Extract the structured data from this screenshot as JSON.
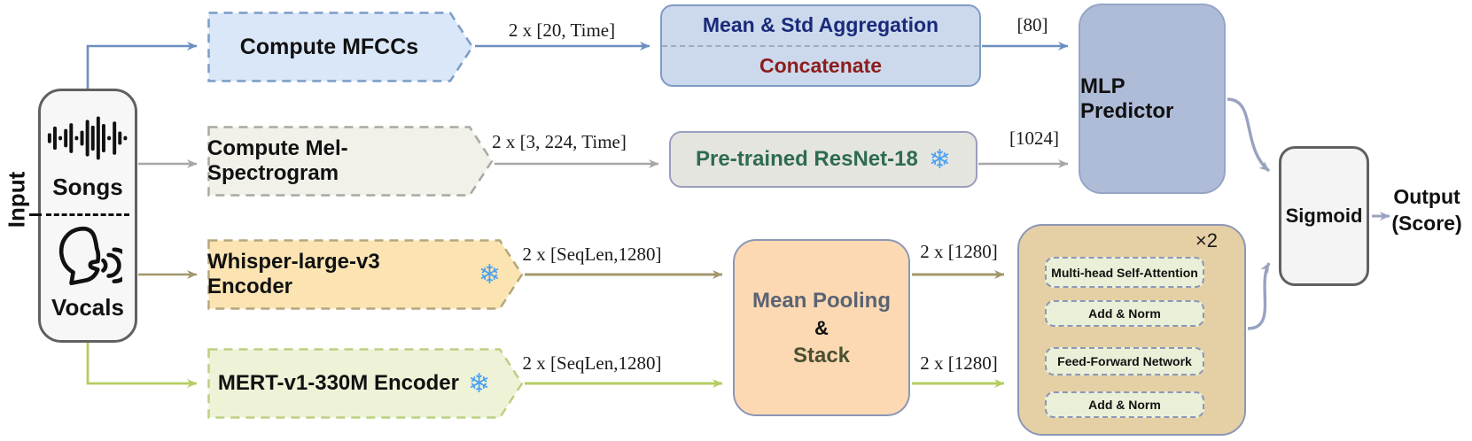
{
  "input_panel": {
    "side_label": "Input",
    "songs_label": "Songs",
    "vocals_label": "Vocals"
  },
  "branches": {
    "mfcc": {
      "process_label": "Compute MFCCs",
      "dim_label": "2 x [20, Time]",
      "agg_top": "Mean & Std Aggregation",
      "agg_bottom": "Concatenate",
      "out_dim": "[80]"
    },
    "mel": {
      "process_label": "Compute Mel-Spectrogram",
      "dim_label": "2 x [3, 224, Time]",
      "model_label": "Pre-trained ResNet-18",
      "frozen_icon": "❄",
      "out_dim": "[1024]"
    },
    "whisper": {
      "process_label": "Whisper-large-v3 Encoder",
      "frozen_icon": "❄",
      "dim_label": "2 x [SeqLen,1280]",
      "out_dim": "2 x [1280]"
    },
    "mert": {
      "process_label": "MERT-v1-330M Encoder",
      "frozen_icon": "❄",
      "dim_label": "2 x [SeqLen,1280]",
      "out_dim": "2 x [1280]"
    }
  },
  "pooling": {
    "line1": "Mean Pooling",
    "line2": "&",
    "line3": "Stack"
  },
  "mlp": {
    "label": "MLP Predictor"
  },
  "transformer": {
    "repeat_label": "×2",
    "blocks": [
      "Multi-head Self-Attention",
      "Add & Norm",
      "Feed-Forward Network",
      "Add & Norm"
    ]
  },
  "output": {
    "sigmoid_label": "Sigmoid",
    "line1": "Output",
    "line2": "(Score)"
  },
  "colors": {
    "branch_blue": "#6b8fc0",
    "branch_gray": "#a6a6a6",
    "branch_tan": "#a3976c",
    "branch_green": "#b5cd62",
    "curve_lavender": "#99a3c0",
    "mfcc_fill": "#d9e7f8",
    "agg_fill": "#ccd9ec",
    "mlp_fill": "#aebcd8",
    "mel_fill": "#f1f0e9",
    "resnet_fill": "#e5e5df",
    "whisper_fill": "#fce4b2",
    "pool_fill": "#fcd9b3",
    "mert_fill": "#eef3d8",
    "transformer_fill": "#e5cfa5",
    "transformer_inner_fill": "#eaf0d8",
    "agg_top_text": "#1a2a7a",
    "agg_bottom_text": "#8c1d1d",
    "resnet_text": "#2e6b52",
    "snowflake": "#4da1f0"
  }
}
